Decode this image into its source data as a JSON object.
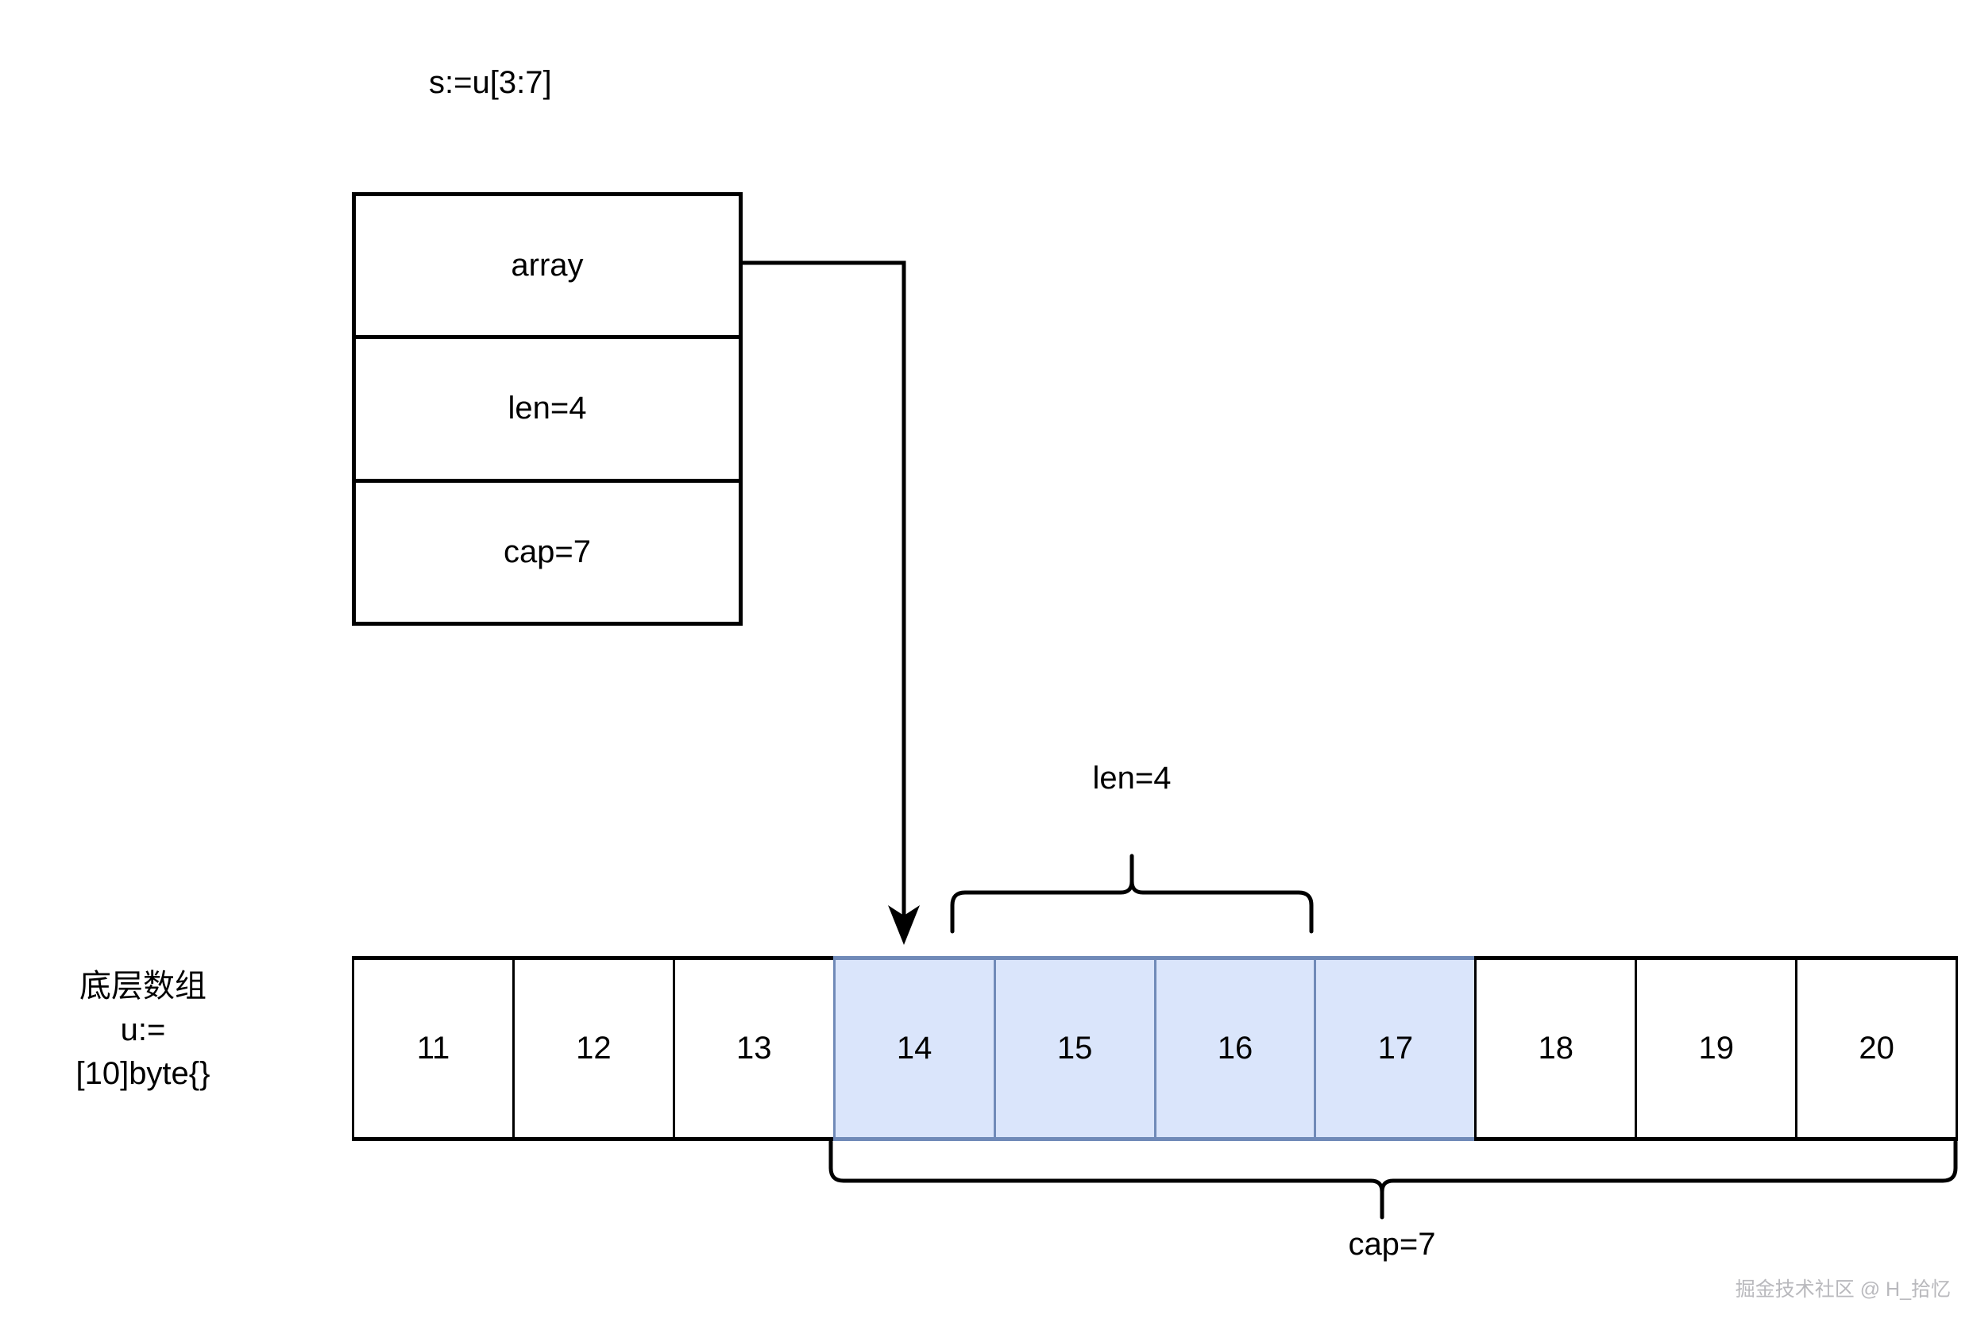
{
  "diagram": {
    "title": "s:=u[3:7]",
    "slice_header": {
      "fields": [
        {
          "label": "array"
        },
        {
          "label": "len=4"
        },
        {
          "label": "cap=7"
        }
      ]
    },
    "backing_array": {
      "caption_lines": [
        "底层数组",
        "u:=",
        "[10]byte{}"
      ],
      "cells": [
        {
          "value": "11",
          "highlighted": false
        },
        {
          "value": "12",
          "highlighted": false
        },
        {
          "value": "13",
          "highlighted": false
        },
        {
          "value": "14",
          "highlighted": true
        },
        {
          "value": "15",
          "highlighted": true
        },
        {
          "value": "16",
          "highlighted": true
        },
        {
          "value": "17",
          "highlighted": true
        },
        {
          "value": "18",
          "highlighted": false
        },
        {
          "value": "19",
          "highlighted": false
        },
        {
          "value": "20",
          "highlighted": false
        }
      ]
    },
    "annotations": {
      "len_brace_label": "len=4",
      "cap_brace_label": "cap=7"
    },
    "colors": {
      "highlight_fill": "#dae5fb",
      "highlight_border": "#708ab8",
      "stroke": "#000000",
      "watermark": "#b9b9bd"
    },
    "watermark": "掘金技术社区 @ H_拾忆"
  }
}
